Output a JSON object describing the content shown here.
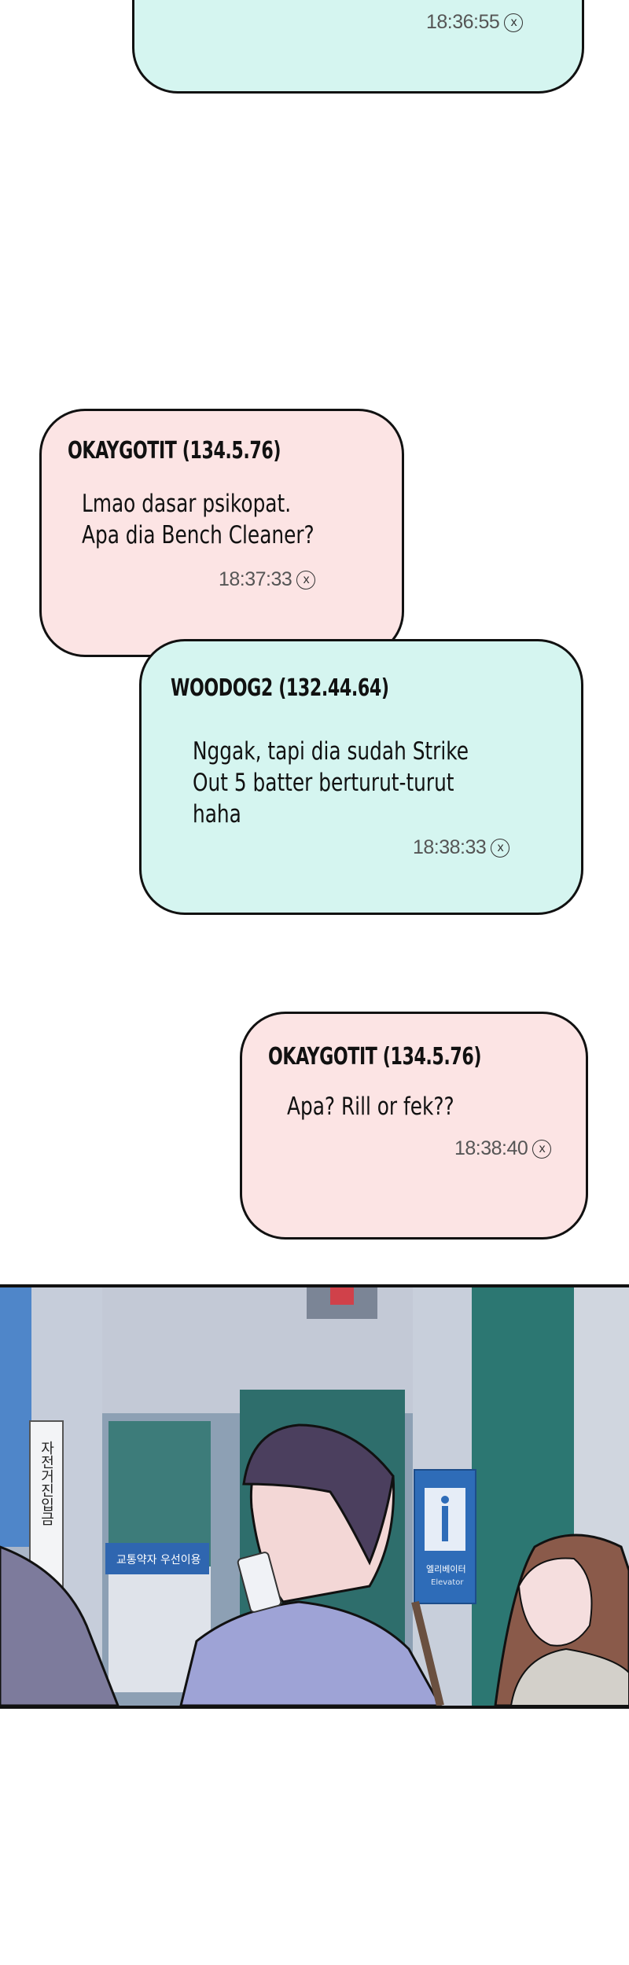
{
  "messages": [
    {
      "id": "msg-0",
      "sender": "",
      "text_lines": [],
      "time": "18:36:55",
      "color": "#d5f5f0",
      "partial": true
    },
    {
      "id": "msg-1",
      "sender": "OKAYGOTIT (134.5.76)",
      "text_lines": [
        "Lmao dasar psikopat.",
        "Apa dia Bench Cleaner?"
      ],
      "time": "18:37:33",
      "color": "#fce4e4"
    },
    {
      "id": "msg-2",
      "sender": "WOODOG2 (132.44.64)",
      "text_lines": [
        "Nggak, tapi dia sudah Strike",
        "Out 5 batter berturut-turut",
        "haha"
      ],
      "time": "18:38:33",
      "color": "#d5f5f0"
    },
    {
      "id": "msg-3",
      "sender": "OKAYGOTIT (134.5.76)",
      "text_lines": [
        "Apa? Rill or fek??"
      ],
      "time": "18:38:40",
      "color": "#fce4e4"
    }
  ],
  "icons": {
    "delete": "ⓧ"
  },
  "panel": {
    "sign_vertical": "자전거진입금",
    "sign_priority": "교통약자 우선이용",
    "sign_elevator_ko": "엘리베이터",
    "sign_elevator_en": "Elevator",
    "info_glyph": "i"
  }
}
